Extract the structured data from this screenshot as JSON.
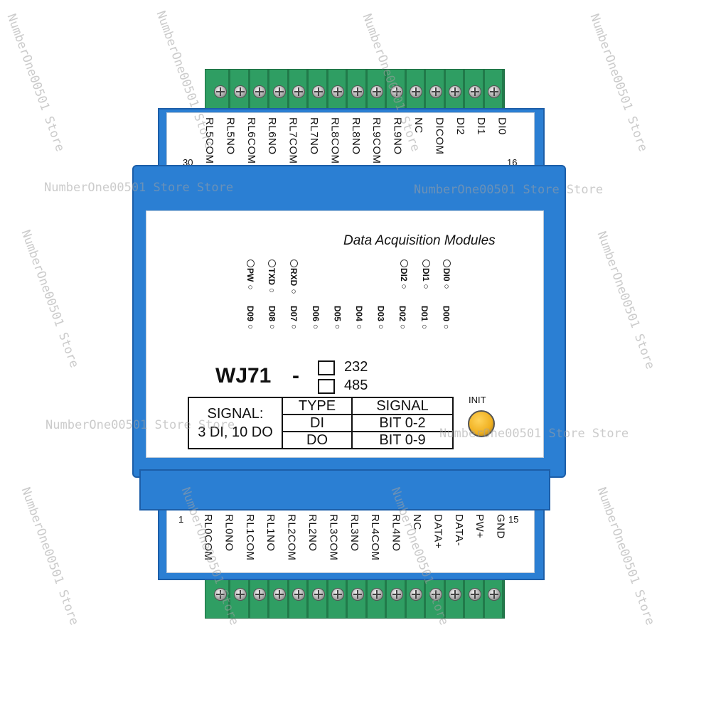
{
  "top_terminals": [
    "RL5COM",
    "RL5NO",
    "RL6COM",
    "RL6NO",
    "RL7COM",
    "RL7NO",
    "RL8COM",
    "RL8NO",
    "RL9COM",
    "RL9NO",
    "NC",
    "DICOM",
    "DI2",
    "DI1",
    "DI0"
  ],
  "top_left_number": "30",
  "top_right_number": "16",
  "bottom_terminals": [
    "RL0COM",
    "RL0NO",
    "RL1COM",
    "RL1NO",
    "RL2COM",
    "RL2NO",
    "RL3COM",
    "RL3NO",
    "RL4COM",
    "RL4NO",
    "NC",
    "DATA+",
    "DATA-",
    "PW+",
    "GND"
  ],
  "bottom_left_number": "1",
  "bottom_right_number": "15",
  "panel_title": "Data Acquisition Modules",
  "led_row1": [
    "PW",
    "TXD",
    "RXD",
    "DI2",
    "DI1",
    "DI0"
  ],
  "led_row2": [
    "D09",
    "D08",
    "D07",
    "D06",
    "D05",
    "D04",
    "D03",
    "D02",
    "D01",
    "D00"
  ],
  "model": {
    "name": "WJ71",
    "dash": "-",
    "option1": "232",
    "option2": "485"
  },
  "signal_table": {
    "label": "SIGNAL:",
    "summary": "3 DI, 10 DO",
    "header_type": "TYPE",
    "header_signal": "SIGNAL",
    "row1_type": "DI",
    "row1_signal": "BIT 0-2",
    "row2_type": "DO",
    "row2_signal": "BIT 0-9"
  },
  "init_label": "INIT",
  "watermark": "NumberOne00501 Store",
  "watermark_double": "NumberOne00501 Store Store",
  "colors": {
    "housing_blue": "#2b7fd3",
    "terminal_green": "#2f9e63",
    "init_button": "#f0b020"
  }
}
